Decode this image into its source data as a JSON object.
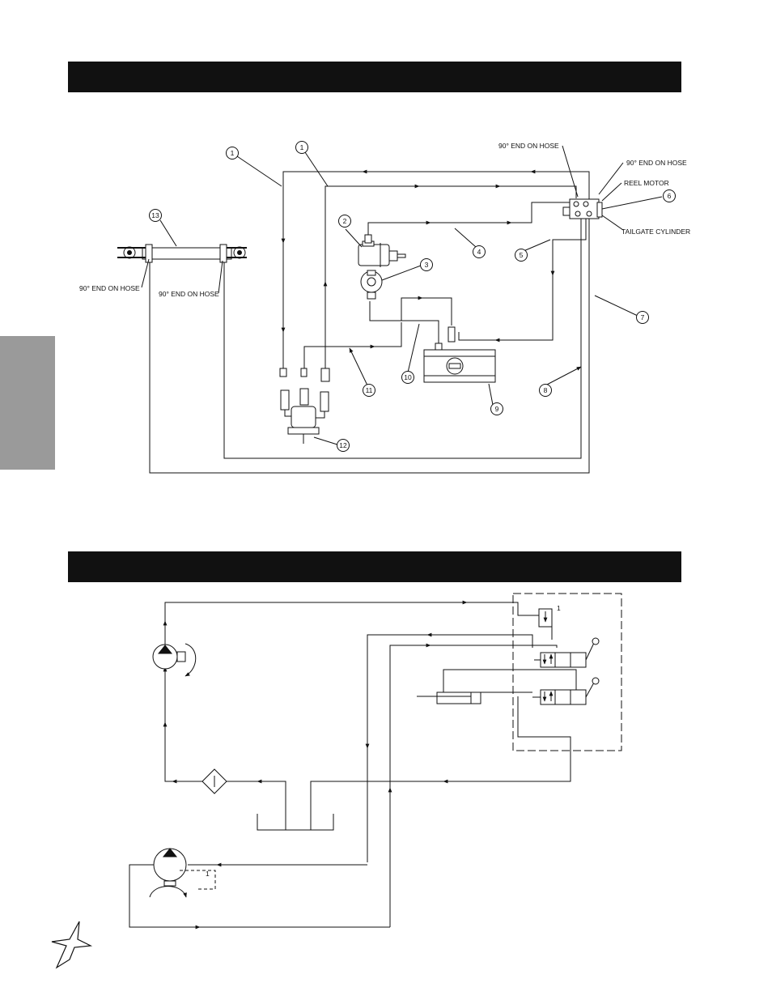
{
  "header_top": "",
  "header_bottom": "",
  "labels": {
    "end_hose_top": "90° END ON HOSE",
    "end_hose_right": "90° END ON HOSE",
    "reel_motor": "REEL MOTOR",
    "tailgate_cylinder": "TAILGATE CYLINDER",
    "end_hose_left_a": "90° END ON HOSE",
    "end_hose_left_b": "90° END ON HOSE"
  },
  "callouts": [
    "1",
    "1",
    "2",
    "3",
    "4",
    "5",
    "6",
    "7",
    "8",
    "9",
    "10",
    "11",
    "12",
    "13"
  ],
  "schematic_marks": {
    "spring_mark_top": "1",
    "spring_mark_bottom": "1",
    "filter_mark": "I"
  },
  "colors": {
    "ink": "#111111",
    "tab": "#9a9a9a",
    "bar": "#111111"
  }
}
